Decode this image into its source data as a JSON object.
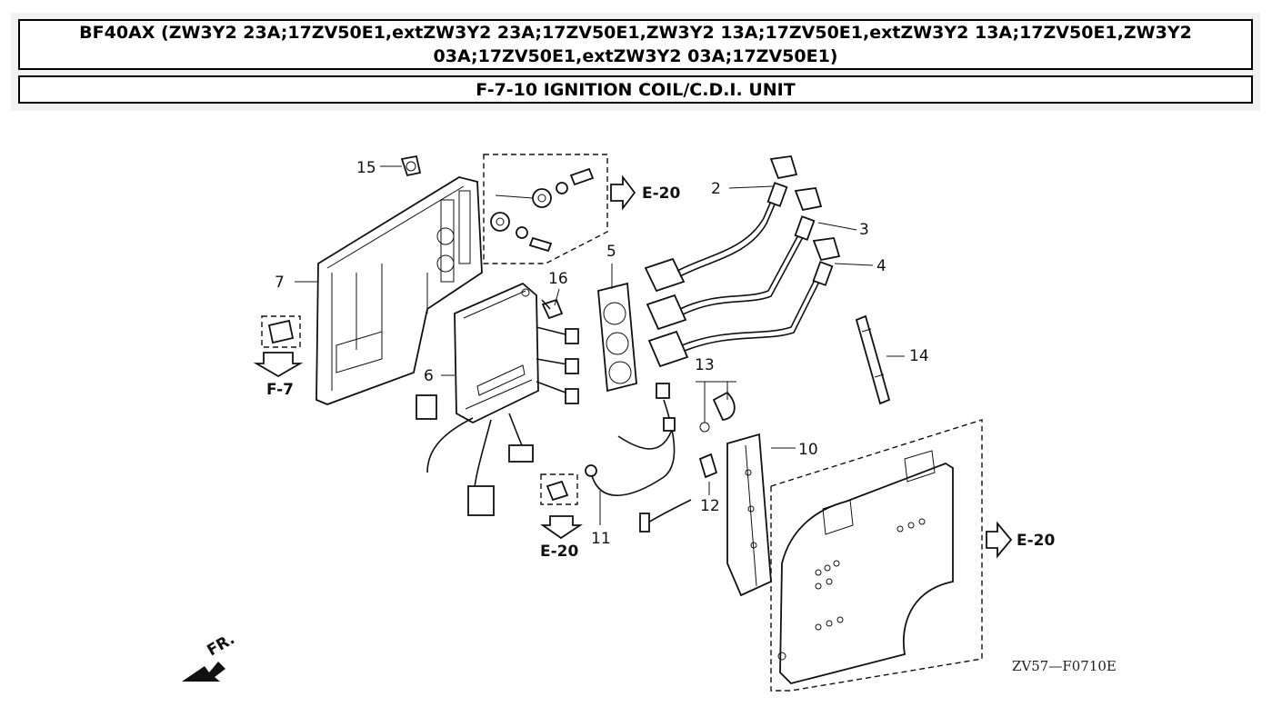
{
  "header": {
    "title": "BF40AX (ZW3Y2 23A;17ZV50E1,extZW3Y2 23A;17ZV50E1,ZW3Y2 13A;17ZV50E1,extZW3Y2 13A;17ZV50E1,ZW3Y2 03A;17ZV50E1,extZW3Y2 03A;17ZV50E1)",
    "subtitle": "F-7-10 IGNITION COIL/C.D.I. UNIT"
  },
  "callouts": {
    "c2": "2",
    "c3": "3",
    "c4": "4",
    "c5": "5",
    "c6": "6",
    "c7": "7",
    "c10": "10",
    "c11": "11",
    "c12": "12",
    "c13": "13",
    "c14": "14",
    "c15": "15",
    "c16": "16"
  },
  "references": {
    "e20_top": "E-20",
    "f7": "F-7",
    "e20_bottom": "E-20",
    "e20_right": "E-20"
  },
  "front_marker": "FR.",
  "diagram_code": "ZV57—F0710E"
}
